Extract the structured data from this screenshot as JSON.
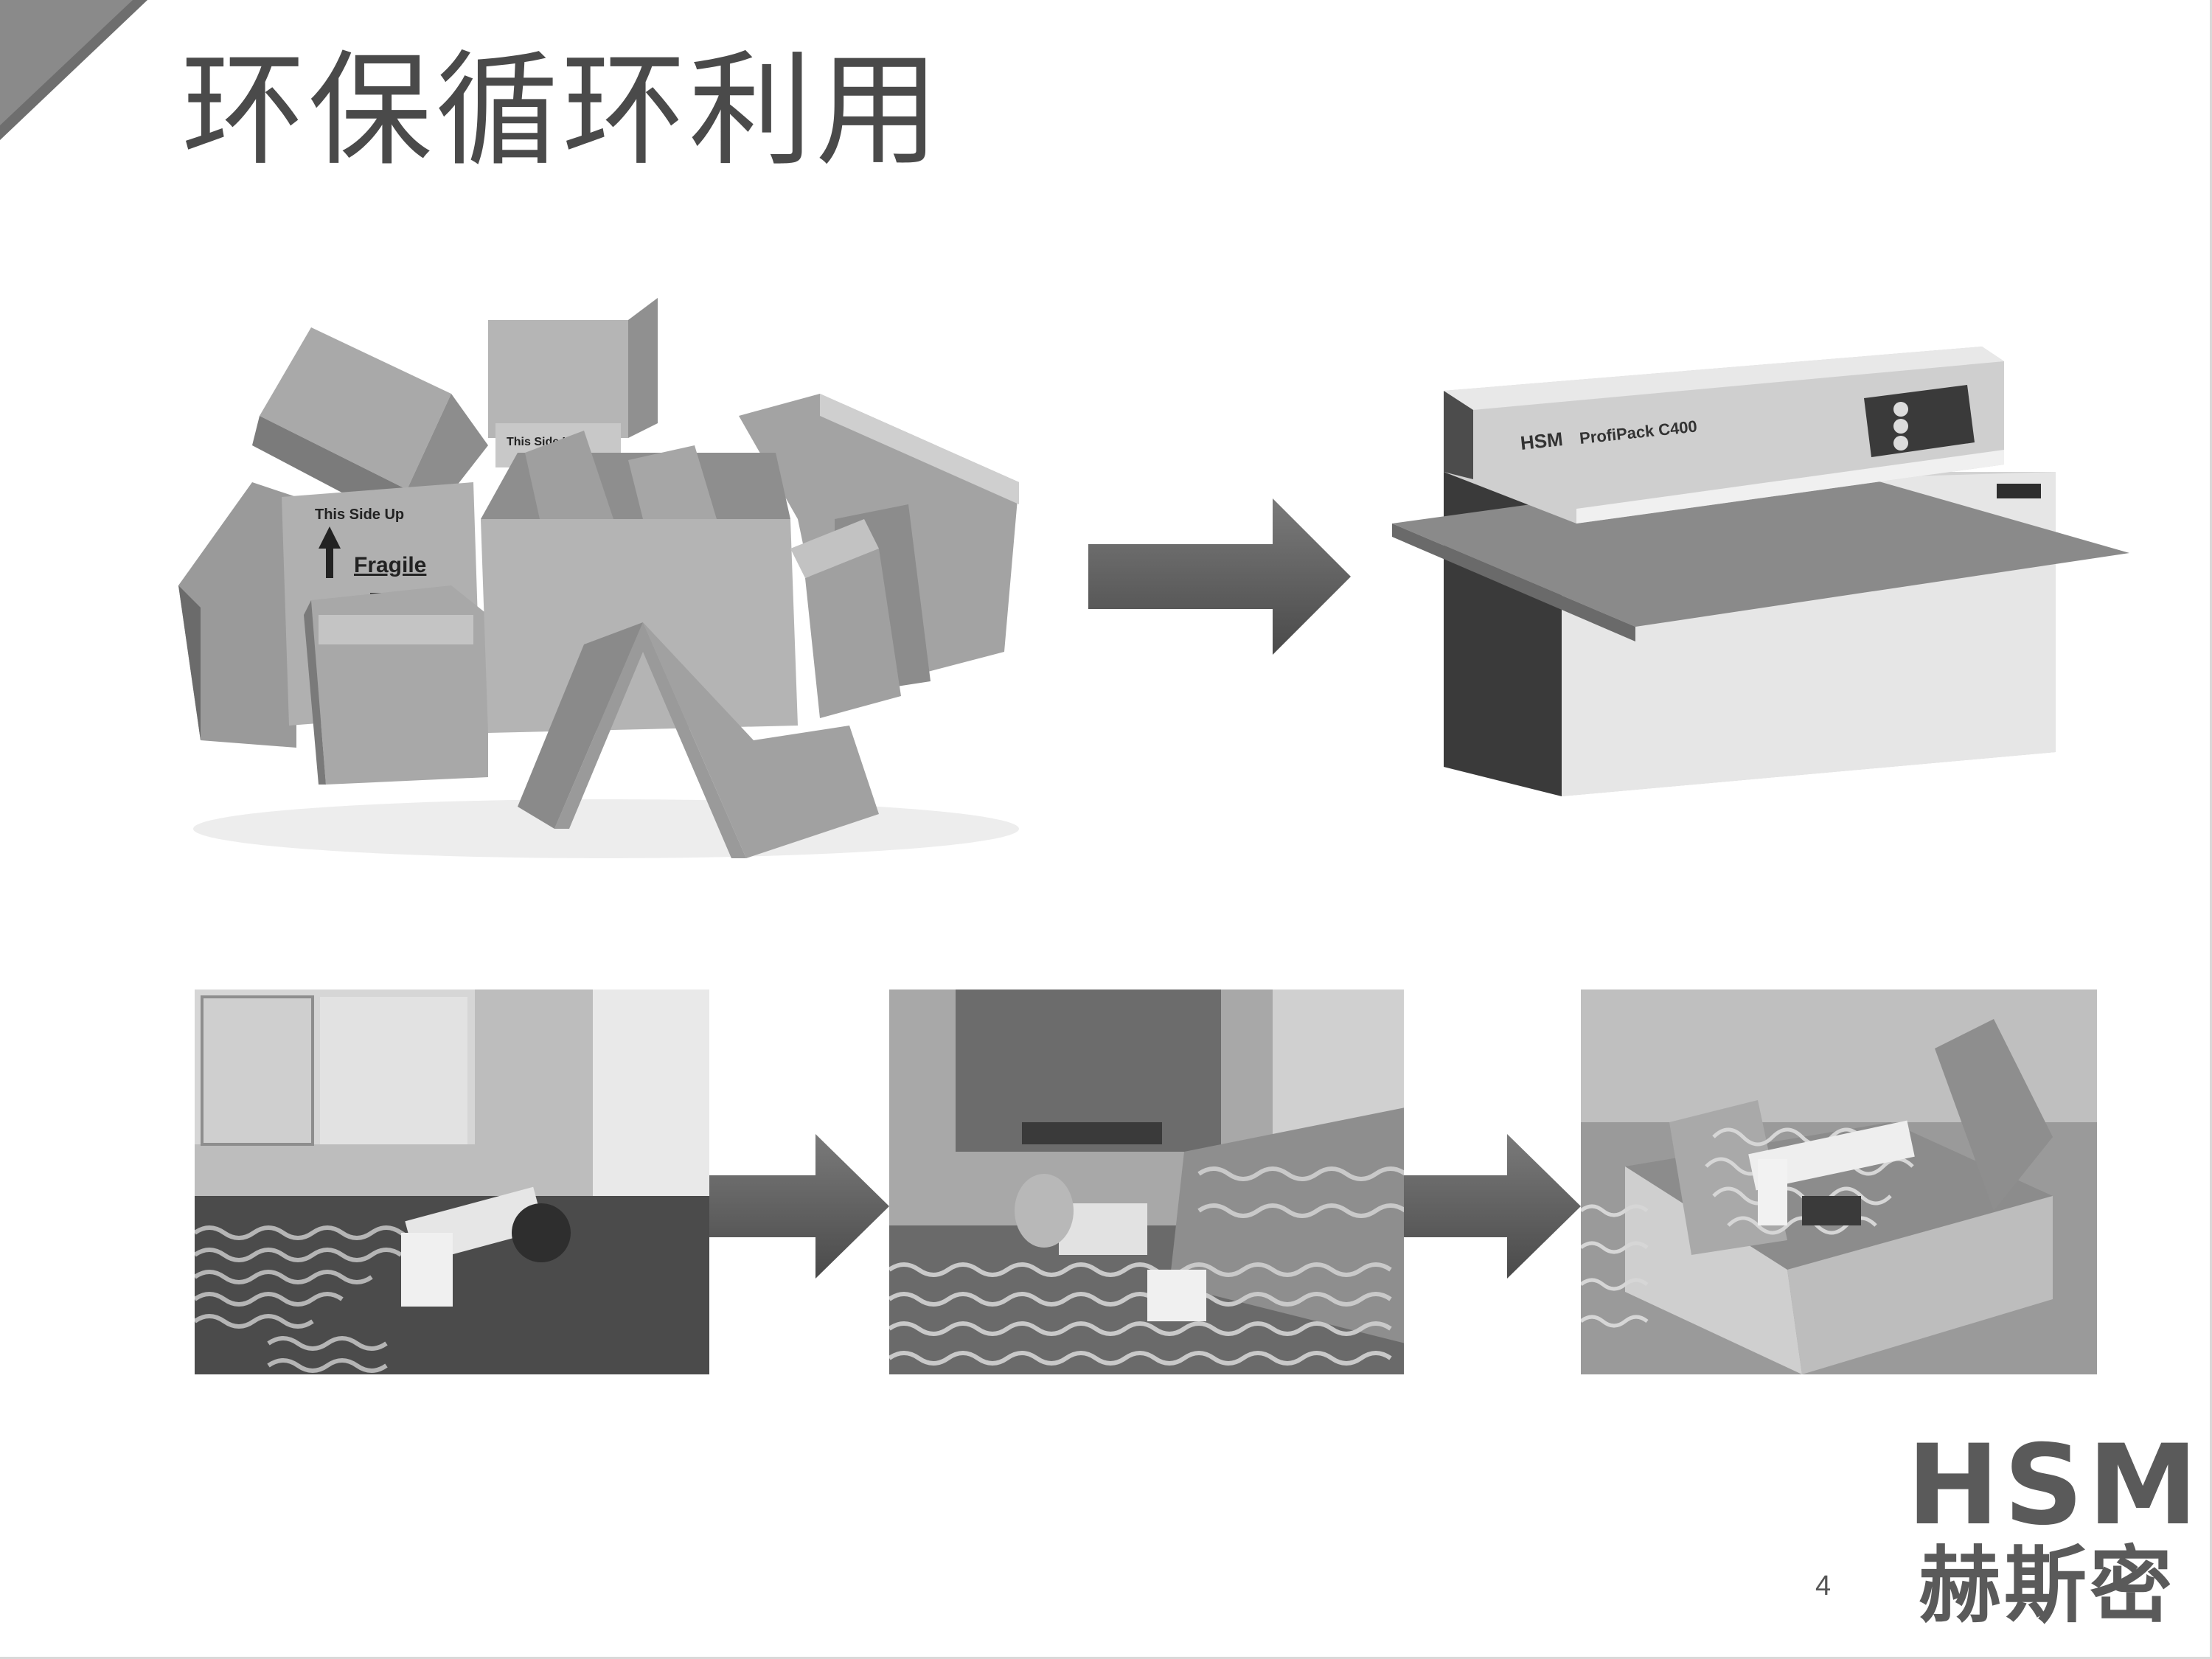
{
  "slide": {
    "title": "环保循环利用",
    "page_number": "4"
  },
  "logo": {
    "latin": "HSM",
    "chinese": "赫斯密"
  },
  "photos": {
    "boxes": {
      "label_this_side_up_1": "This Side Up",
      "label_fragile": "Fragile",
      "label_this_side_up_2": "This Side Up"
    },
    "machine": {
      "brand": "HSM",
      "model": "ProfiPack C400"
    }
  },
  "colors": {
    "title_text": "#4a4a4a",
    "arrow_fill": "#5a5a5a",
    "logo_text": "#5a5a5a",
    "corner_triangle": "#6e6e6e"
  }
}
